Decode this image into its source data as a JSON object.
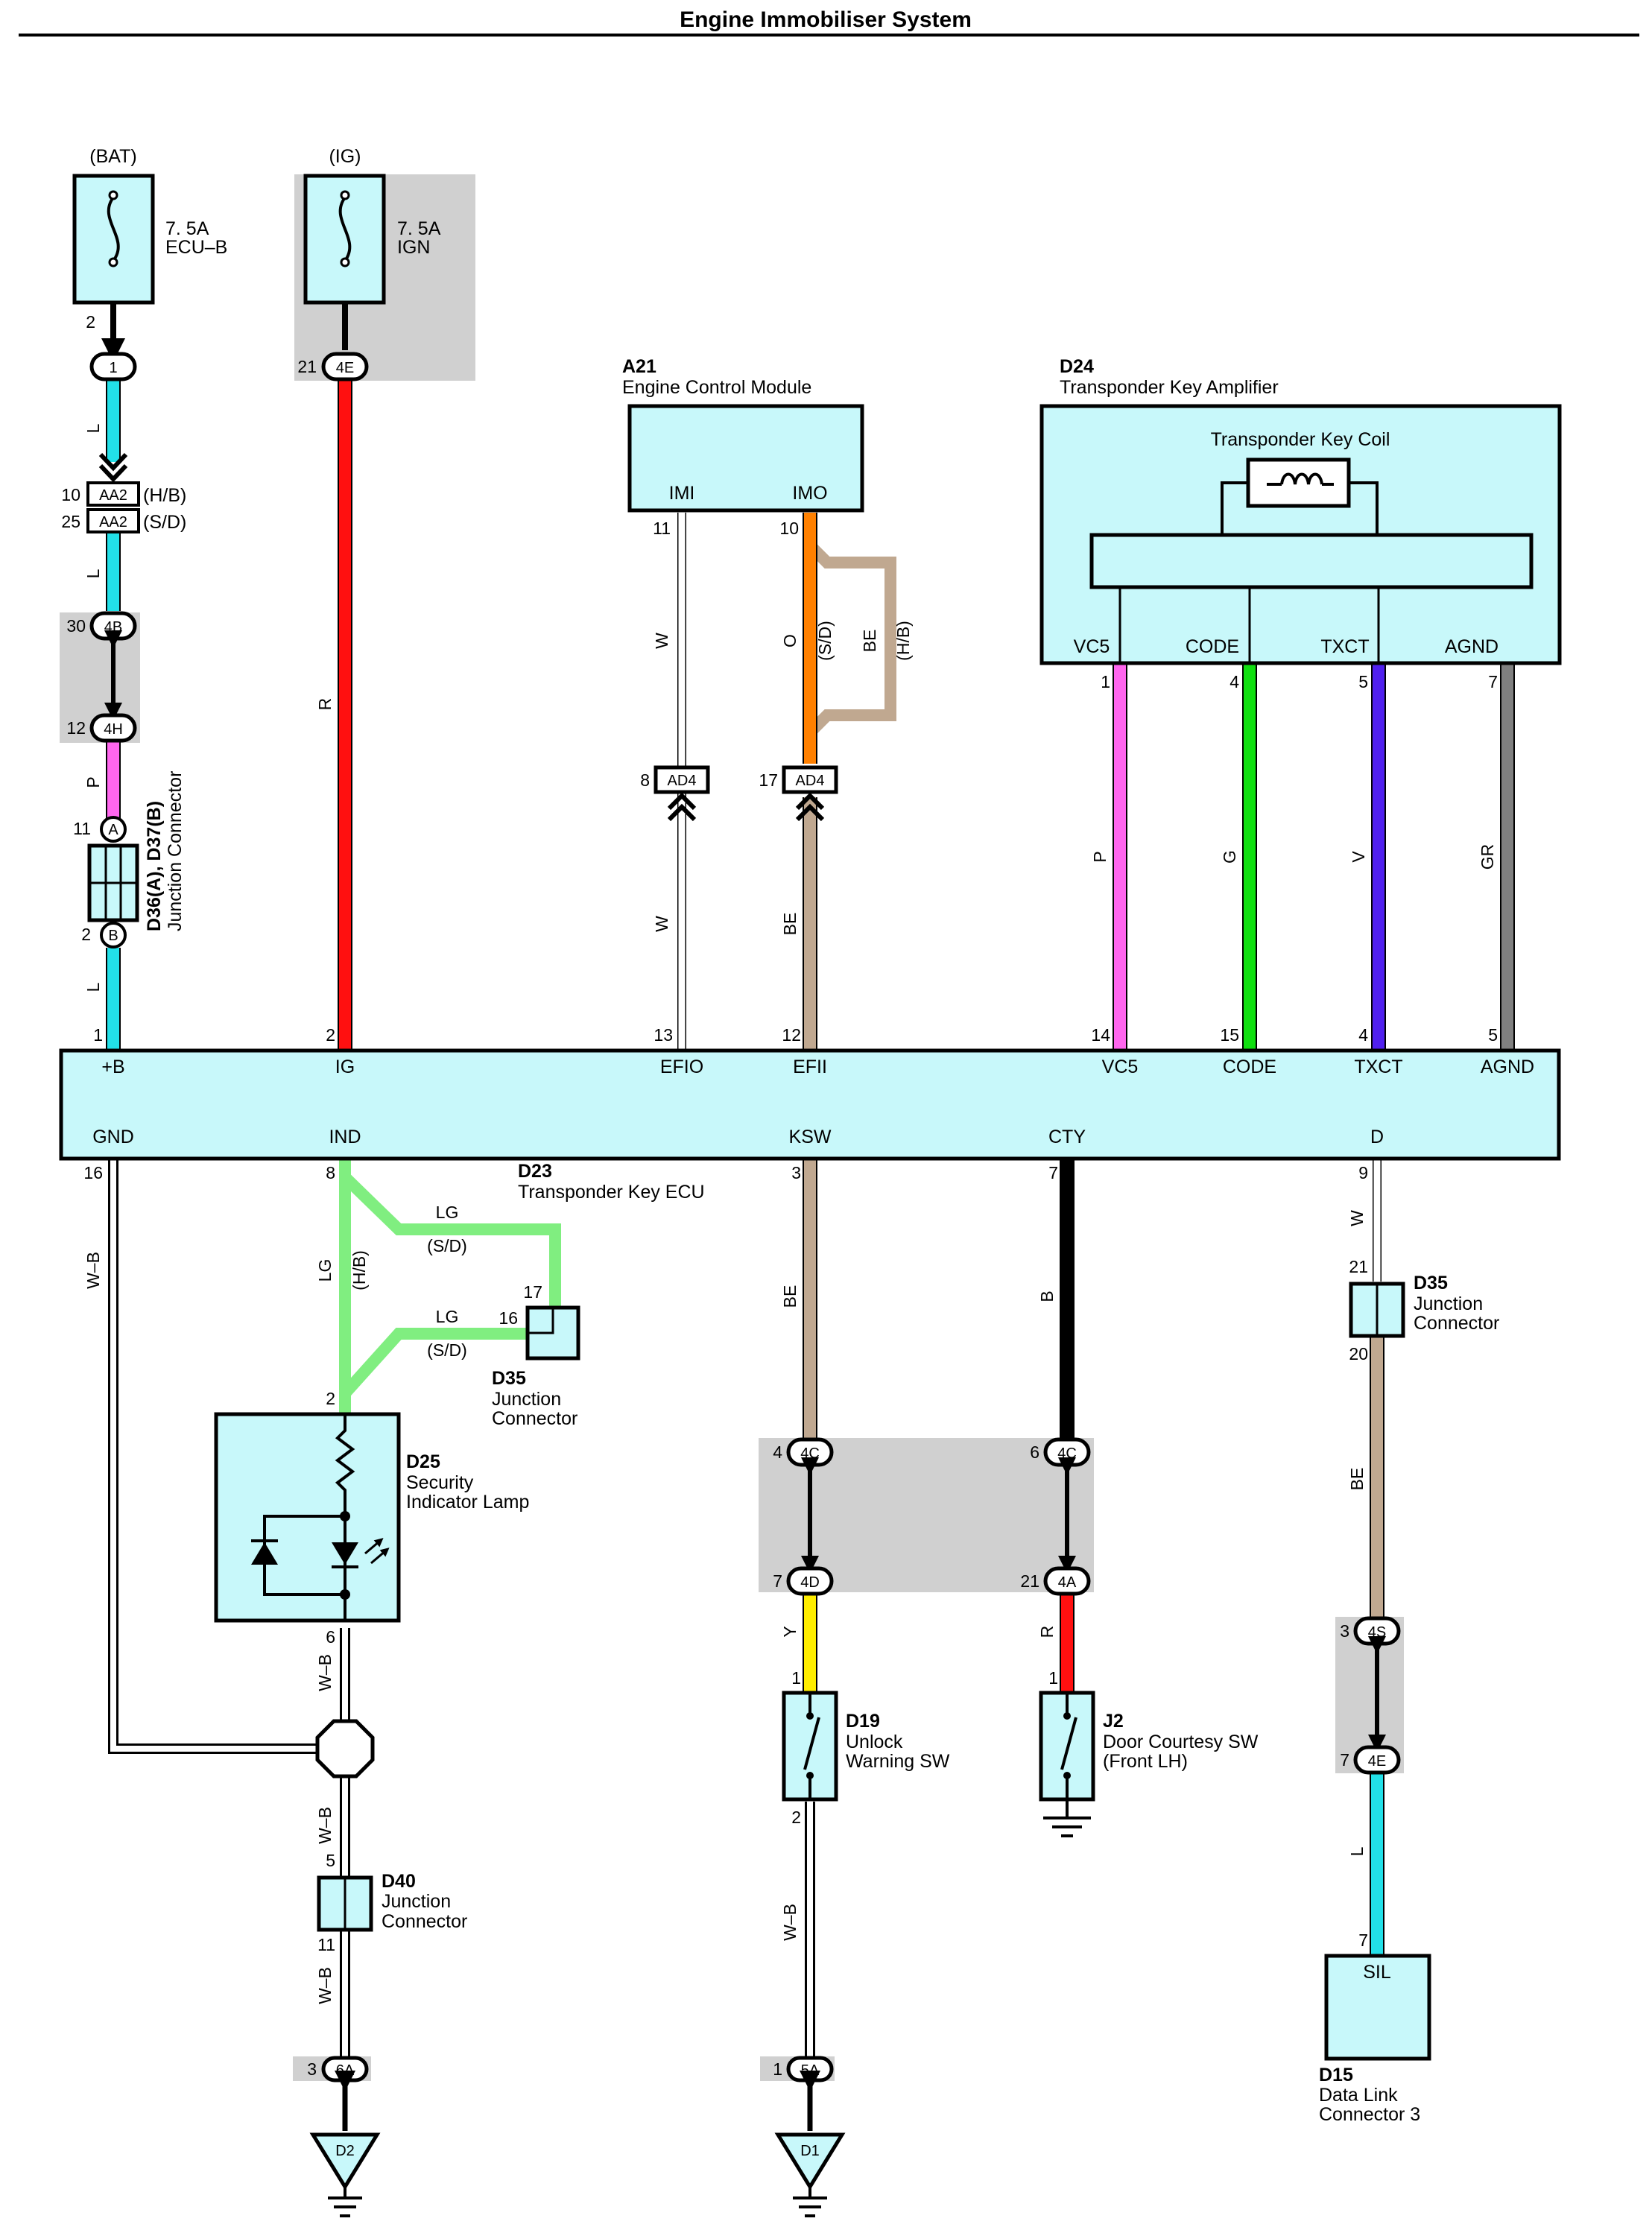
{
  "title": "Engine Immobiliser System",
  "colors": {
    "L": "#22e0e8",
    "R": "#ff1010",
    "P": "#ff66ee",
    "O": "#ff8000",
    "BE": "#c0a890",
    "G": "#10e010",
    "V": "#5020ee",
    "GR": "#808080",
    "LG": "#80ee80",
    "B": "#000000",
    "Y": "#ffee00",
    "W": "#ffffff",
    "component_fill": "#c8f8fa",
    "shade": "#d0d0d0"
  },
  "power": {
    "bat": "(BAT)",
    "ig": "(IG)",
    "fuse1_amp": "7. 5A",
    "fuse1_name": "ECU–B",
    "fuse2_amp": "7. 5A",
    "fuse2_name": "IGN"
  },
  "connectors": {
    "c1": "1",
    "c4e": "4E",
    "aa2": "AA2",
    "hb": "(H/B)",
    "sd": "(S/D)",
    "c4b": "4B",
    "c4h": "4H",
    "ca": "A",
    "cb": "B",
    "ad4": "AD4",
    "c4c": "4C",
    "c4d": "4D",
    "c4a": "4A",
    "c4s": "4S",
    "c6a": "6A",
    "c5a": "5A",
    "d2": "D2",
    "d1": "D1"
  },
  "components": {
    "d36_code": "D36(A), D37(B)",
    "d36_name": "Junction Connector",
    "a21_code": "A21",
    "a21_name": "Engine Control Module",
    "a21_imi": "IMI",
    "a21_imo": "IMO",
    "d24_code": "D24",
    "d24_name": "Transponder Key Amplifier",
    "d24_coil": "Transponder Key Coil",
    "d24_vc5": "VC5",
    "d24_code_t": "CODE",
    "d24_txct": "TXCT",
    "d24_agnd": "AGND",
    "d23_code": "D23",
    "d23_name": "Transponder Key ECU",
    "d23_top": [
      "+B",
      "IG",
      "EFIO",
      "EFII",
      "VC5",
      "CODE",
      "TXCT",
      "AGND"
    ],
    "d23_bottom": [
      "GND",
      "IND",
      "KSW",
      "CTY",
      "D"
    ],
    "d35a_code": "D35",
    "d35a_l1": "Junction",
    "d35a_l2": "Connector",
    "d35b_code": "D35",
    "d35b_l1": "Junction",
    "d35b_l2": "Connector",
    "d25_code": "D25",
    "d25_l1": "Security",
    "d25_l2": "Indicator Lamp",
    "d40_code": "D40",
    "d40_l1": "Junction",
    "d40_l2": "Connector",
    "d19_code": "D19",
    "d19_l1": "Unlock",
    "d19_l2": "Warning SW",
    "j2_code": "J2",
    "j2_l1": "Door Courtesy SW",
    "j2_l2": "(Front LH)",
    "d15_code": "D15",
    "d15_l1": "Data Link",
    "d15_l2": "Connector 3",
    "d15_sil": "SIL"
  },
  "pins": {
    "fuse1_out": "2",
    "c4e_in": "21",
    "aa2_hb": "10",
    "aa2_sd": "25",
    "c4b": "30",
    "c4h": "12",
    "d36a": "11",
    "d36b": "2",
    "a21_imi": "11",
    "a21_imo": "10",
    "ad4_w": "8",
    "ad4_be": "17",
    "d24_vc5": "1",
    "d24_code": "4",
    "d24_txct": "5",
    "d24_agnd": "7",
    "d23_top": [
      "1",
      "2",
      "13",
      "12",
      "14",
      "15",
      "4",
      "5"
    ],
    "d23_bottom": [
      "16",
      "8",
      "3",
      "7",
      "9"
    ],
    "d35a_17": "17",
    "d35a_16": "16",
    "d25_2": "2",
    "d25_6": "6",
    "c4c_l": "4",
    "c4c_r": "6",
    "c4d": "7",
    "c4a": "21",
    "d35b_21": "21",
    "d35b_20": "20",
    "c4s": "3",
    "c4e_b": "7",
    "d40_5": "5",
    "d40_11": "11",
    "d19_1": "1",
    "d19_2": "2",
    "j2_1": "1",
    "d15_7": "7",
    "c6a": "3",
    "c5a": "1"
  },
  "wire_codes": {
    "bat1": "L",
    "bat2": "L",
    "bat3": "P",
    "bat4": "L",
    "ig": "R",
    "imi": "W",
    "imi_low": "W",
    "imo": "O",
    "imo_sd": "(S/D)",
    "imo_be": "BE",
    "imo_hb": "(H/B)",
    "efii": "BE",
    "vc5": "P",
    "code": "G",
    "txct": "V",
    "agnd": "GR",
    "gnd": "W–B",
    "ind": "LG",
    "ind_hb": "(H/B)",
    "lg_sd1": "LG",
    "sd1": "(S/D)",
    "lg_sd2": "LG",
    "sd2": "(S/D)",
    "ksw": "BE",
    "cty": "B",
    "d_w": "W",
    "d_be": "BE",
    "ksw_low": "Y",
    "cty_low": "R",
    "d_low": "L",
    "gnd1": "W–B",
    "gnd2": "W–B",
    "gnd3": "W–B",
    "d19_gnd": "W–B"
  }
}
